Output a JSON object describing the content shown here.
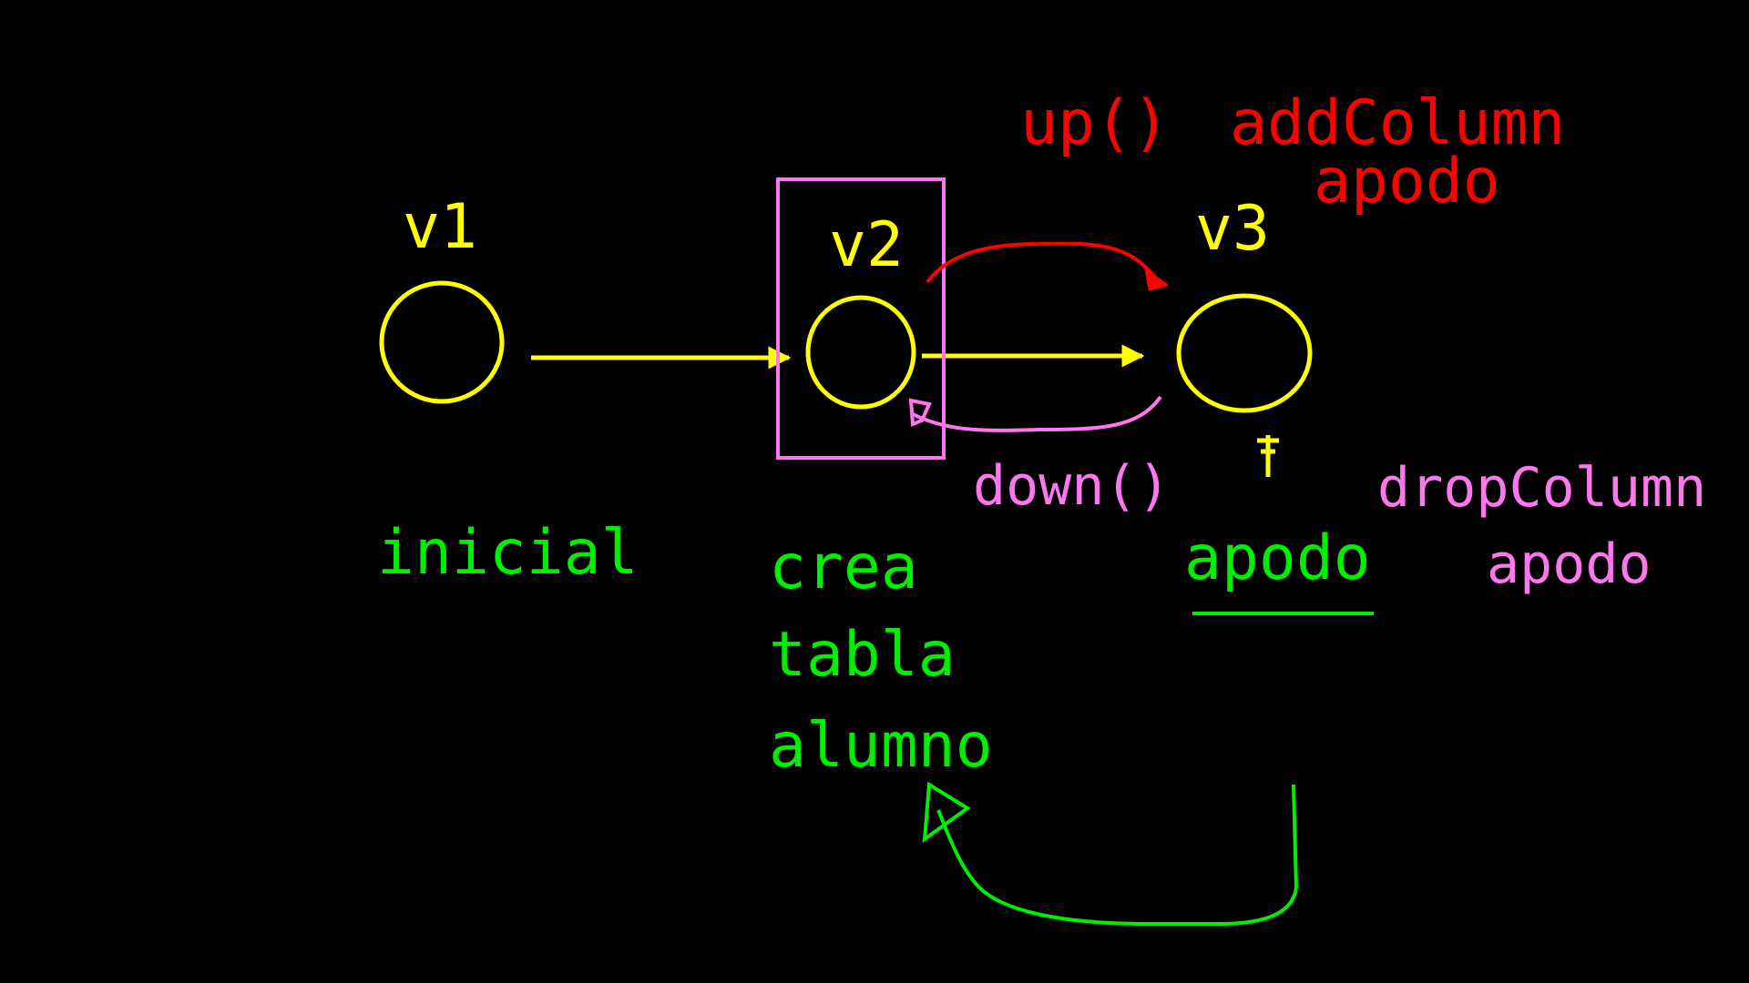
{
  "nodes": {
    "v1": "v1",
    "v2": "v2",
    "v3": "v3"
  },
  "up_label": {
    "call": "up()",
    "action": "addColumn",
    "column": "apodo"
  },
  "down_label": {
    "call": "down()",
    "action": "dropColumn",
    "column": "apodo"
  },
  "states": {
    "v1": "inicial",
    "v2": [
      "crea",
      "tabla",
      "alumno"
    ],
    "v3": "apodo"
  },
  "colors": {
    "background": "#000000",
    "versions": "#FFFF00",
    "up": "#FF0000",
    "down": "#FF77EE",
    "states": "#00EE00"
  }
}
